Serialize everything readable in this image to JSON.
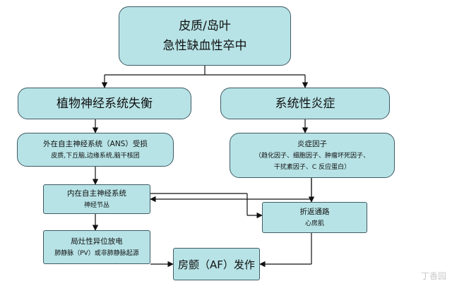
{
  "nodes": {
    "cortex": {
      "line1": "皮质/岛叶",
      "line2": "急性缺血性卒中"
    },
    "autonomic_imbalance": {
      "label": "植物神经系统失衡"
    },
    "systemic_inflammation": {
      "label": "系统性炎症"
    },
    "extrinsic_ans": {
      "title": "外在自主神经系统（ANS）受损",
      "detail": "皮质,下丘脑,边缘系统,脑干核团"
    },
    "inflammatory_factors": {
      "title": "炎症因子",
      "line2": "（趋化因子、细胞因子、肿瘤坏死因子、",
      "line3": "干扰素因子、C 反应蛋白）"
    },
    "intrinsic_ans": {
      "title": "内在自主神经系统",
      "detail": "神经节丛"
    },
    "reentry": {
      "title": "折返通路",
      "detail": "心房肌"
    },
    "ectopic_discharge": {
      "title": "局灶性异位放电",
      "detail": "肺静脉（PV）或非肺静脉起源"
    },
    "af_onset": {
      "label": "房颤（AF）发作"
    }
  },
  "watermark": "丁香园",
  "colors": {
    "box_fill": "#b7e3e6",
    "box_border": "#3f5b64",
    "arrow": "#111111"
  }
}
